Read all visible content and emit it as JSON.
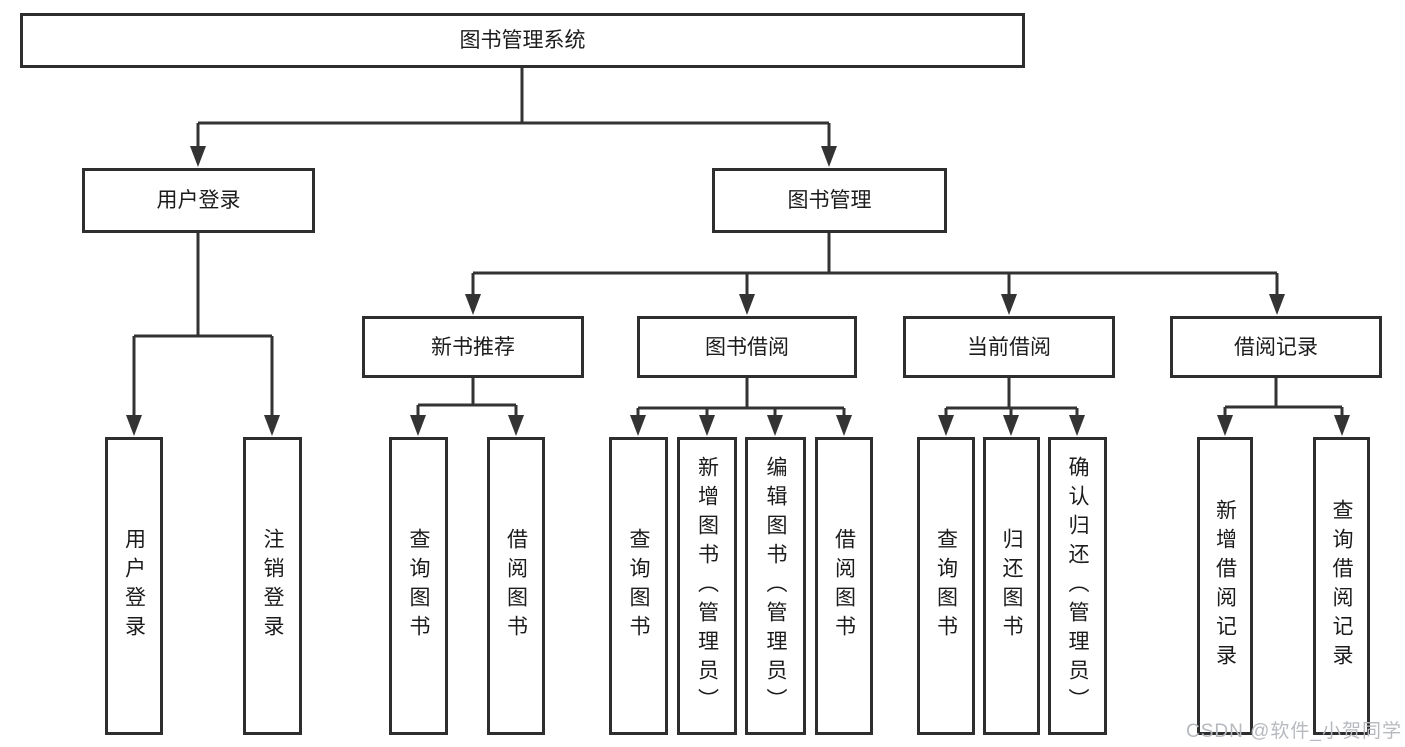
{
  "diagram": {
    "title": "图书管理系统",
    "root": "图书管理系统",
    "branches": [
      {
        "label": "用户登录",
        "children": [
          "用户登录",
          "注销登录"
        ]
      },
      {
        "label": "图书管理",
        "groups": [
          {
            "label": "新书推荐",
            "children": [
              "查询图书",
              "借阅图书"
            ]
          },
          {
            "label": "图书借阅",
            "children": [
              "查询图书",
              "新增图书（管理员）",
              "编辑图书（管理员）",
              "借阅图书"
            ]
          },
          {
            "label": "当前借阅",
            "children": [
              "查询图书",
              "归还图书",
              "确认归还（管理员）"
            ]
          },
          {
            "label": "借阅记录",
            "children": [
              "新增借阅记录",
              "查询借阅记录"
            ]
          }
        ]
      }
    ]
  },
  "colors": {
    "line": "#333333",
    "text": "#1c1c1e",
    "watermark": "#b6babf",
    "background": "#ffffff"
  },
  "watermark": "CSDN @软件_小贺同学"
}
